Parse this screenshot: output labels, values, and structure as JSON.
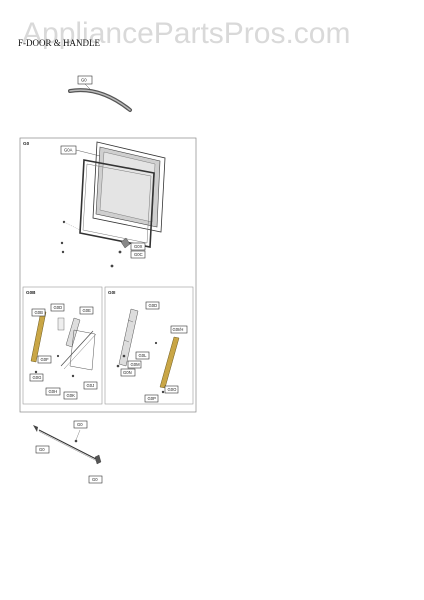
{
  "watermark": "AppliancePartsPros.com",
  "title": "F-DOOR & HANDLE",
  "panels": {
    "main": "G0",
    "left_sub": "G0B",
    "right_sub": "G0I"
  },
  "callouts": {
    "handle_top": "G0",
    "door_frame": "G0A",
    "hinge_a": "G0X",
    "hinge_b": "G0C",
    "left_a": "G0B",
    "left_b": "G0D",
    "left_c": "G0E",
    "left_d": "G0F",
    "left_e": "G0G",
    "left_f": "G0H",
    "left_g": "G0J",
    "left_h": "G0K",
    "right_a": "G0D",
    "right_b": "G0I/H",
    "right_c": "G0L",
    "right_d": "G0M",
    "right_e": "G0N",
    "right_f": "G0O",
    "right_g": "G0P",
    "rod_a": "G0",
    "rod_b": "G0",
    "rod_c": "G0"
  },
  "colors": {
    "line": "#444444",
    "callout_border": "#3a3a3a",
    "panel_border": "#8a8a8a",
    "rail_gold": "#c9a646",
    "glass": "#d8d8d8"
  }
}
